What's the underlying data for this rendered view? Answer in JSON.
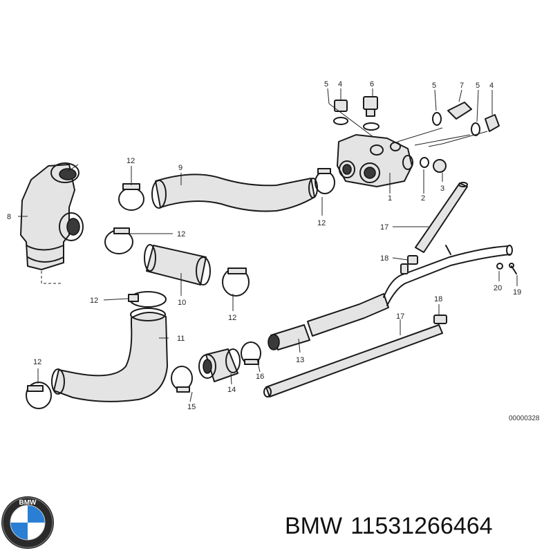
{
  "diagram": {
    "reference_code": "00000328",
    "callouts": {
      "c1": "1",
      "c2": "2",
      "c3": "3",
      "c4a": "4",
      "c4b": "4",
      "c5a": "5",
      "c5b": "5",
      "c5c": "5",
      "c6": "6",
      "c7": "7",
      "c8": "8",
      "c9": "9",
      "c10": "10",
      "c11": "11",
      "c12a": "12",
      "c12b": "12",
      "c12c": "12",
      "c12d": "12",
      "c12e": "12",
      "c12f": "12",
      "c13": "13",
      "c14": "14",
      "c15": "15",
      "c16": "16",
      "c17a": "17",
      "c17b": "17",
      "c18a": "18",
      "c18b": "18",
      "c19": "19",
      "c20": "20"
    }
  },
  "brand": {
    "logo_letters": "BMW",
    "name": "BMW",
    "part_number": "11531266464"
  }
}
